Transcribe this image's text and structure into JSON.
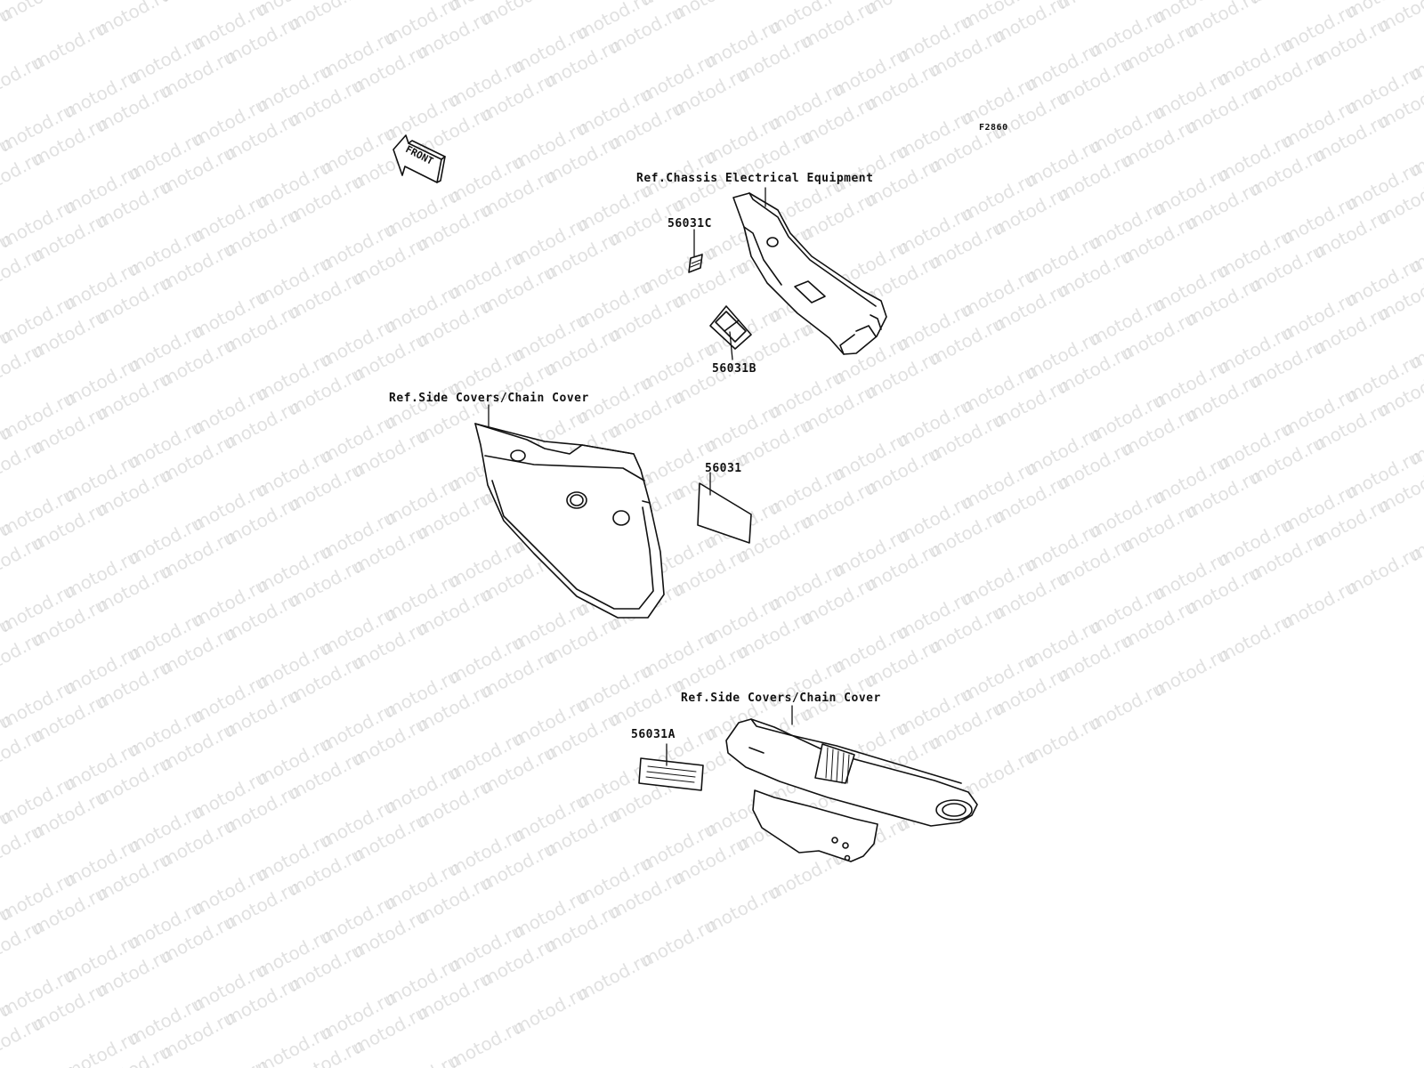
{
  "diagram_code": "F2860",
  "front_arrow_text": "FRONT",
  "watermark_text": "motod.ru",
  "references": {
    "chassis_electrical": "Ref.Chassis Electrical Equipment",
    "side_covers_upper": "Ref.Side Covers/Chain Cover",
    "side_covers_lower": "Ref.Side Covers/Chain Cover"
  },
  "parts": {
    "label_c": "56031C",
    "label_b": "56031B",
    "label_main": "56031",
    "label_a": "56031A"
  }
}
